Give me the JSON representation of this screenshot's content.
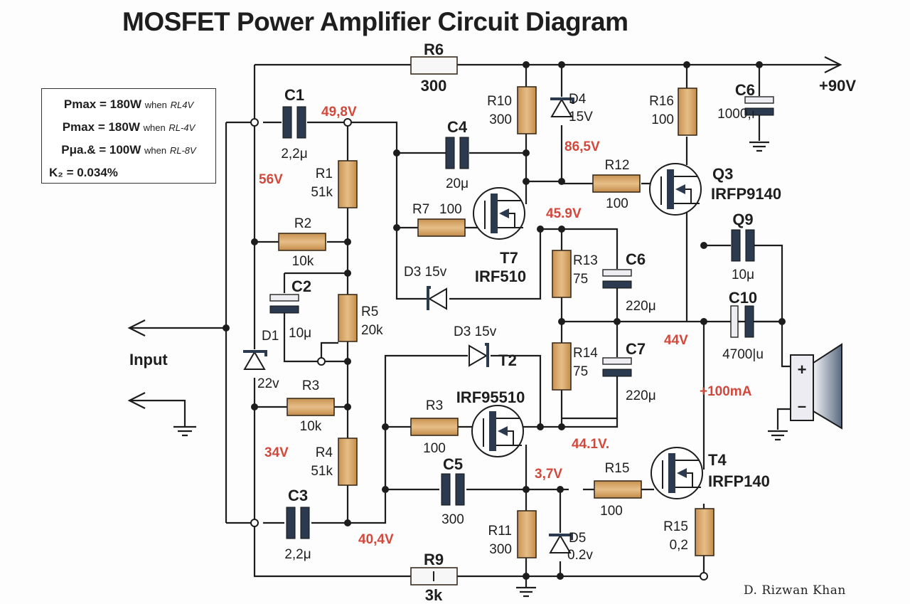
{
  "title": "MOSFET Power Amplifier Circuit Diagram",
  "specs": [
    {
      "lhs": "Pmax",
      "value": "= 180W",
      "cond": "when",
      "load": "RL4V"
    },
    {
      "lhs": "Pmax",
      "value": "= 180W",
      "cond": "when",
      "load": "RL-4V"
    },
    {
      "lhs": "Pμa.&",
      "value": "= 100W",
      "cond": "when",
      "load": "RL-8V"
    },
    {
      "lhs": "K₂",
      "value": "= 0.034%",
      "cond": "",
      "load": ""
    }
  ],
  "supply": {
    "label": "+90V"
  },
  "input": {
    "label": "Input"
  },
  "author": "D. Rizwan Khan",
  "colors": {
    "wire": "#1d1d1d",
    "resistor": "#d8a86a",
    "capacitor_plate": "#2b3a4e",
    "voltage_label": "#d2483c"
  },
  "resistors": [
    {
      "id": "R6",
      "name": "R6",
      "value": "300"
    },
    {
      "id": "R1",
      "name": "R1",
      "value": "51k"
    },
    {
      "id": "R2",
      "name": "R2",
      "value": "10k"
    },
    {
      "id": "R5",
      "name": "R5",
      "value": "20k"
    },
    {
      "id": "R3a",
      "name": "R3",
      "value": "10k"
    },
    {
      "id": "R4",
      "name": "R4",
      "value": "51k"
    },
    {
      "id": "R9",
      "name": "R9",
      "value": "3k"
    },
    {
      "id": "R10",
      "name": "R10",
      "value": "300"
    },
    {
      "id": "R7",
      "name": "R7",
      "value": "100"
    },
    {
      "id": "R3b",
      "name": "R3",
      "value": "100"
    },
    {
      "id": "R11",
      "name": "R11",
      "value": "300"
    },
    {
      "id": "R13",
      "name": "R13",
      "value": "75"
    },
    {
      "id": "R14",
      "name": "R14",
      "value": "75"
    },
    {
      "id": "R12",
      "name": "R12",
      "value": "100"
    },
    {
      "id": "R15a",
      "name": "R15",
      "value": "100"
    },
    {
      "id": "R16",
      "name": "R16",
      "value": "100"
    },
    {
      "id": "R15b",
      "name": "R15",
      "value": "0,2"
    }
  ],
  "capacitors": [
    {
      "id": "C1",
      "name": "C1",
      "value": "2,2μ"
    },
    {
      "id": "C2",
      "name": "C2",
      "value": "10μ"
    },
    {
      "id": "C3",
      "name": "C3",
      "value": "2,2μ"
    },
    {
      "id": "C4",
      "name": "C4",
      "value": "20μ"
    },
    {
      "id": "C5",
      "name": "C5",
      "value": "300"
    },
    {
      "id": "C6a",
      "name": "C6",
      "value": "220μ"
    },
    {
      "id": "C7",
      "name": "C7",
      "value": "220μ"
    },
    {
      "id": "C6b",
      "name": "C6",
      "value": "1000,ı"
    },
    {
      "id": "Q9",
      "name": "Q9",
      "value": "10μ"
    },
    {
      "id": "C10",
      "name": "C10",
      "value": "4700|u"
    }
  ],
  "diodes": [
    {
      "id": "D1",
      "name": "D1",
      "value": "22v"
    },
    {
      "id": "D3a",
      "name": "D3 15v",
      "value": ""
    },
    {
      "id": "D3b",
      "name": "D3 15v",
      "value": ""
    },
    {
      "id": "D4",
      "name": "D4",
      "value": "15V"
    },
    {
      "id": "D5",
      "name": "D5",
      "value": "0.2v"
    }
  ],
  "transistors": [
    {
      "id": "T7",
      "name": "T7",
      "part": "IRF510"
    },
    {
      "id": "T2",
      "name": "T2",
      "part": "IRF95510"
    },
    {
      "id": "Q3",
      "name": "Q3",
      "part": "IRFP9140"
    },
    {
      "id": "T4",
      "name": "T4",
      "part": "IRFP140"
    }
  ],
  "voltages": [
    {
      "id": "v1",
      "text": "49,8V"
    },
    {
      "id": "v2",
      "text": "56V"
    },
    {
      "id": "v3",
      "text": "86,5V"
    },
    {
      "id": "v4",
      "text": "45.9V"
    },
    {
      "id": "v5",
      "text": "44V"
    },
    {
      "id": "v6",
      "text": "+100mA"
    },
    {
      "id": "v7",
      "text": "44.1V."
    },
    {
      "id": "v8",
      "text": "34V"
    },
    {
      "id": "v9",
      "text": "3,7V"
    },
    {
      "id": "v10",
      "text": "40,4V"
    }
  ],
  "speaker": {
    "plus": "+",
    "minus": "–"
  }
}
